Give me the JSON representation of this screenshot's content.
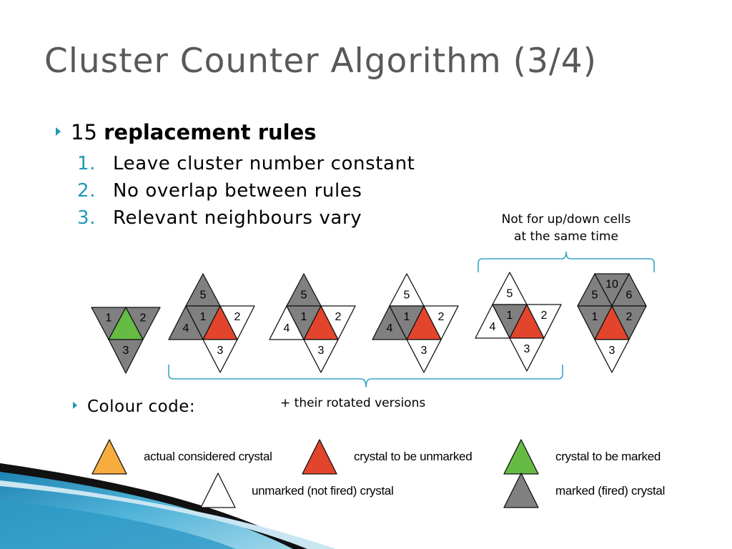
{
  "title": "Cluster Counter Algorithm (3/4)",
  "main_bullet": {
    "prefix": "15",
    "bold": "replacement rules"
  },
  "list": [
    {
      "num": "1.",
      "text": "Leave cluster number constant"
    },
    {
      "num": "2.",
      "text": "No overlap between rules"
    },
    {
      "num": "3.",
      "text": "Relevant neighbours vary"
    }
  ],
  "note_top": {
    "line1": "Not for up/down cells",
    "line2": "at the same time"
  },
  "note_bottom": "+ their rotated versions",
  "colour_code_label": "Colour code:",
  "legend": {
    "actual": "actual considered crystal",
    "unmark": "crystal to be unmarked",
    "mark": "crystal to be marked",
    "unmarked": "unmarked (not fired) crystal",
    "marked": "marked (fired) crystal"
  },
  "colors": {
    "grey": "#808080",
    "green": "#66bb44",
    "red": "#e2452b",
    "orange": "#f7ad3e",
    "white": "#ffffff",
    "accent": "#1f97b8",
    "title": "#595959"
  },
  "cell_labels": {
    "one": "1",
    "two": "2",
    "three": "3",
    "four": "4",
    "five": "5",
    "six": "6",
    "ten": "10"
  }
}
